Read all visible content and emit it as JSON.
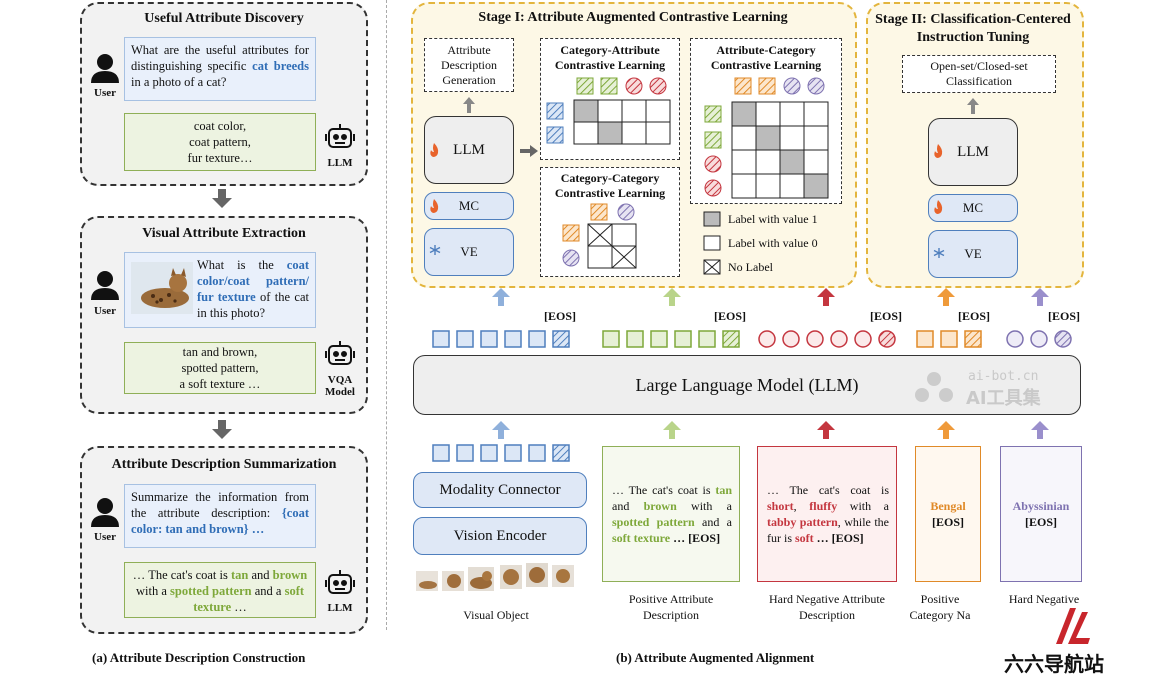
{
  "panel_a": {
    "caption": "(a) Attribute Description Construction",
    "discovery": {
      "title": "Useful Attribute Discovery",
      "question_parts": [
        "What are the useful attributes for distinguishing specific ",
        "cat breeds",
        " in a photo of a cat?"
      ],
      "answer": [
        "coat color,",
        "coat pattern,",
        "fur texture…"
      ],
      "user_label": "User",
      "agent_label": "LLM"
    },
    "extraction": {
      "title": "Visual Attribute Extraction",
      "question_parts": [
        "What is the ",
        "coat color/coat pattern/ fur texture",
        " of the cat in this photo?"
      ],
      "answer": [
        "tan and brown,",
        "spotted pattern,",
        "a soft texture …"
      ],
      "user_label": "User",
      "agent_label": "VQA Model"
    },
    "summarization": {
      "title": "Attribute Description Summarization",
      "question_parts": [
        "Summarize the information from the attribute description:",
        "{",
        "coat color",
        ": ",
        "tan and brown",
        "} …"
      ],
      "answer_parts": [
        "… The cat's coat is ",
        "tan",
        " and ",
        "brown",
        " with a ",
        "spotted pattern",
        " and a ",
        "soft texture",
        " …"
      ],
      "user_label": "User",
      "agent_label": "LLM"
    }
  },
  "panel_b": {
    "caption": "(b) Attribute Augmented Alignment",
    "stage1": {
      "title": "Stage I: Attribute Augmented Contrastive Learning",
      "attr_gen": "Attribute Description Generation",
      "llm": "LLM",
      "mc": "MC",
      "ve": "VE",
      "ca_title": "Category-Attribute Contrastive Learning",
      "ac_title": "Attribute-Category Contrastive Learning",
      "cc_title": "Category-Category Contrastive Learning",
      "legend": [
        "Label with value 1",
        "Label with value 0",
        "No Label"
      ]
    },
    "stage2": {
      "title": "Stage II: Classification-Centered Instruction Tuning",
      "task": "Open-set/Closed-set Classification",
      "llm": "LLM",
      "mc": "MC",
      "ve": "VE"
    },
    "eos": "[EOS]",
    "llm_main": "Large Language Model (LLM)",
    "watermark": [
      "ai-bot.cn",
      "AI工具集"
    ],
    "modality_connector": "Modality Connector",
    "vision_encoder": "Vision Encoder",
    "pos_attr_parts": [
      "… The cat's coat is ",
      "tan",
      " and ",
      "brown",
      " with a ",
      "spotted pattern",
      " and a ",
      "soft texture",
      " … [EOS]"
    ],
    "neg_attr_parts": [
      "… The cat's coat is ",
      "short",
      ", ",
      "fluffy",
      " with a ",
      "tabby pattern",
      ", while the fur is ",
      "soft",
      " … [EOS]"
    ],
    "pos_cat": "Bengal",
    "neg_cat": "Abyssinian",
    "captions": [
      "Visual Object",
      "Positive Attribute Description",
      "Hard Negative Attribute Description",
      "Positive Category Na",
      "Hard Negative"
    ]
  },
  "logo_text": "六六导航站",
  "colors": {
    "blue": "#2f6db6",
    "green": "#7ea83a",
    "red": "#c4363f",
    "orange": "#e08a28",
    "purple": "#7e72b0",
    "yellow_border": "#e3b53d"
  }
}
